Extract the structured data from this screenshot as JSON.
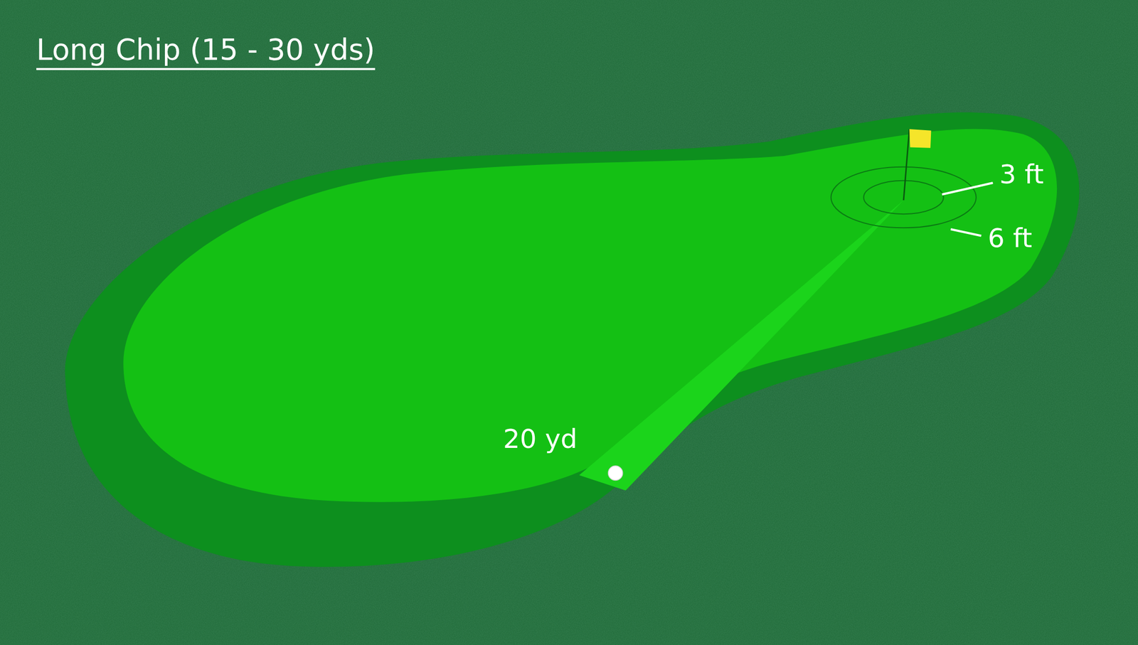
{
  "diagram": {
    "title": "Long Chip (15 - 30 yds)",
    "labels": [
      "3 ft",
      "6 ft",
      "20 yd"
    ]
  }
}
